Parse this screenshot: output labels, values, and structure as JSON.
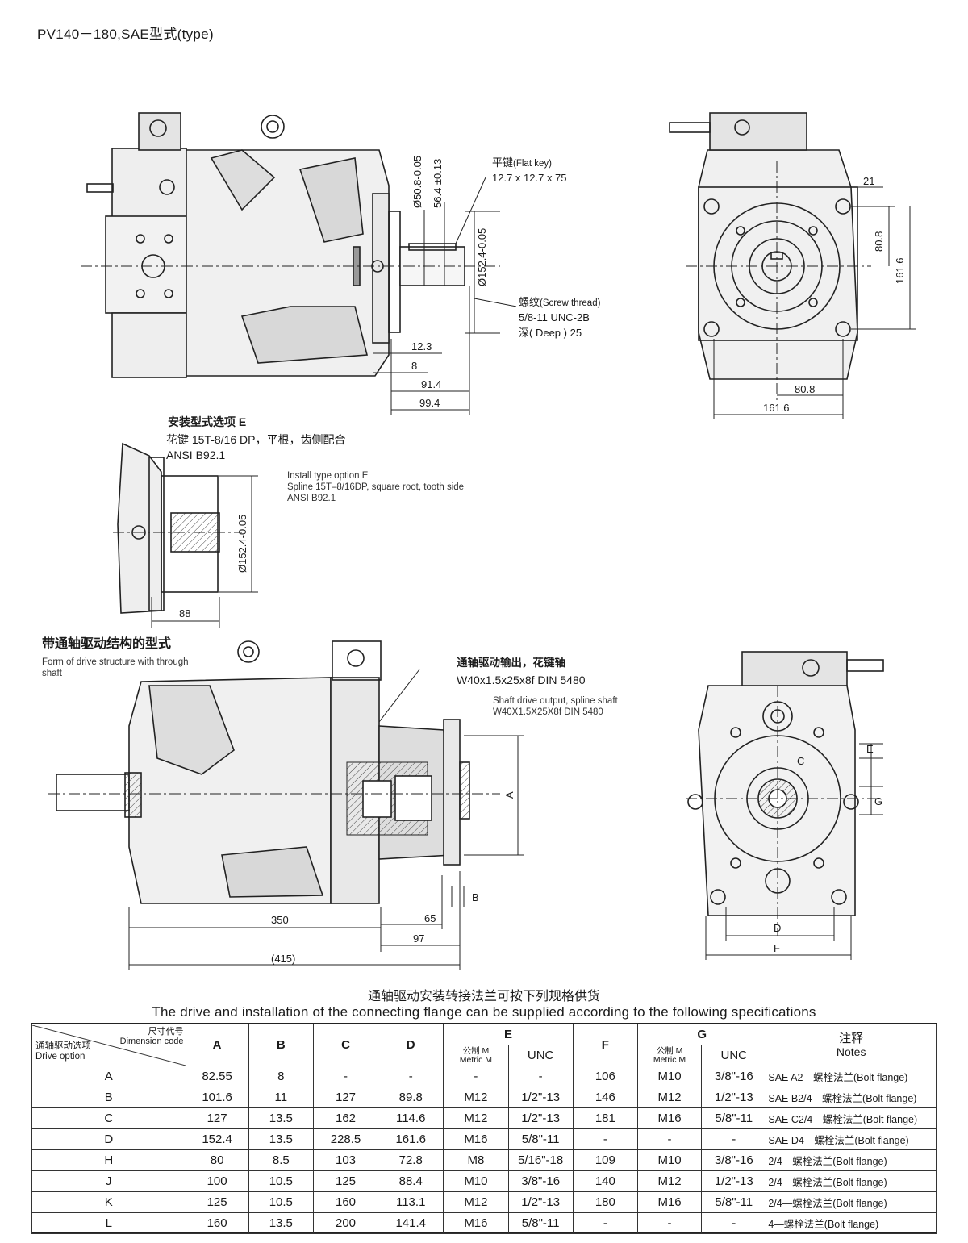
{
  "title": "PV140－180,SAE型式(type)",
  "labels": {
    "flat_key_cn": "平键",
    "flat_key_en": "(Flat key)",
    "flat_key_dim": "12.7 x 12.7 x 75",
    "screw_cn": "螺纹",
    "screw_en": "(Screw thread)",
    "screw_spec": "5/8-11 UNC-2B",
    "deep_cn": "深",
    "deep_en": "( Deep ) 25",
    "opt_e_cn_1": "安装型式选项  E",
    "opt_e_cn_2": "花键  15T-8/16 DP，平根，齿侧配合",
    "opt_e_cn_3": "ANSI B92.1",
    "opt_e_en_1": "Install type option E",
    "opt_e_en_2": "Spline 15T–8/16DP, square root, tooth side",
    "opt_e_en_3": "ANSI B92.1",
    "through_cn": "带通轴驱动结构的型式",
    "through_en_1": "Form of drive structure with through",
    "through_en_2": "shaft",
    "shaft_out_cn": "通轴驱动输出，花键轴",
    "shaft_out_spec": "W40x1.5x25x8f DIN 5480",
    "shaft_out_en_1": "Shaft drive output, spline shaft",
    "shaft_out_en_2": "W40X1.5X25X8f DIN 5480"
  },
  "dims": {
    "d50": "Ø50.8-0.05",
    "d56": "56.4 ±0.13",
    "d152": "Ø152.4-0.05",
    "d12_3": "12.3",
    "d8": "8",
    "d91_4": "91.4",
    "d99_4": "99.4",
    "d21": "21",
    "d80_8v": "80.8",
    "d161_6v": "161.6",
    "d80_8h": "80.8",
    "d161_6h": "161.6",
    "d152e": "Ø152.4-0.05",
    "d88": "88",
    "dA": "A",
    "dB": "B",
    "d350": "350",
    "d65": "65",
    "d97": "97",
    "d415": "(415)",
    "dE": "E",
    "dG": "G",
    "dC": "C",
    "dD": "D",
    "dF": "F"
  },
  "table": {
    "title_cn": "通轴驱动安装转接法兰可按下列规格供货",
    "title_en": "The drive and installation of the connecting flange can be supplied according to the following specifications",
    "corner_dim_cn": "尺寸代号",
    "corner_dim_en": "Dimension code",
    "corner_opt_cn": "通轴驱动选项",
    "corner_opt_en": "Drive option",
    "h_A": "A",
    "h_B": "B",
    "h_C": "C",
    "h_D": "D",
    "h_E": "E",
    "h_F": "F",
    "h_G": "G",
    "h_metric_cn": "公制 M",
    "h_metric_en": "Metric M",
    "h_unc": "UNC",
    "h_notes_cn": "注释",
    "h_notes_en": "Notes",
    "rows": [
      [
        "A",
        "82.55",
        "8",
        "-",
        "-",
        "-",
        "-",
        "106",
        "M10",
        "3/8\"-16",
        "SAE A2—螺栓法兰(Bolt flange)"
      ],
      [
        "B",
        "101.6",
        "11",
        "127",
        "89.8",
        "M12",
        "1/2\"-13",
        "146",
        "M12",
        "1/2\"-13",
        "SAE B2/4—螺栓法兰(Bolt flange)"
      ],
      [
        "C",
        "127",
        "13.5",
        "162",
        "114.6",
        "M12",
        "1/2\"-13",
        "181",
        "M16",
        "5/8\"-11",
        "SAE C2/4—螺栓法兰(Bolt flange)"
      ],
      [
        "D",
        "152.4",
        "13.5",
        "228.5",
        "161.6",
        "M16",
        "5/8\"-11",
        "-",
        "-",
        "-",
        "SAE D4—螺栓法兰(Bolt flange)"
      ],
      [
        "H",
        "80",
        "8.5",
        "103",
        "72.8",
        "M8",
        "5/16\"-18",
        "109",
        "M10",
        "3/8\"-16",
        "2/4—螺栓法兰(Bolt flange)"
      ],
      [
        "J",
        "100",
        "10.5",
        "125",
        "88.4",
        "M10",
        "3/8\"-16",
        "140",
        "M12",
        "1/2\"-13",
        "2/4—螺栓法兰(Bolt flange)"
      ],
      [
        "K",
        "125",
        "10.5",
        "160",
        "113.1",
        "M12",
        "1/2\"-13",
        "180",
        "M16",
        "5/8\"-11",
        "2/4—螺栓法兰(Bolt flange)"
      ],
      [
        "L",
        "160",
        "13.5",
        "200",
        "141.4",
        "M16",
        "5/8\"-11",
        "-",
        "-",
        "-",
        "4—螺栓法兰(Bolt flange)"
      ]
    ]
  }
}
